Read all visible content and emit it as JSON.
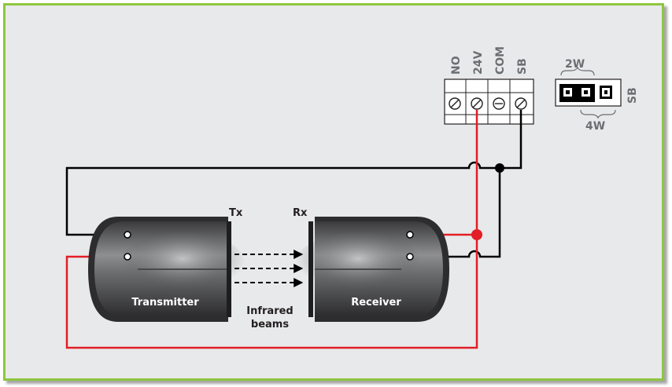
{
  "terminal_block": {
    "labels": [
      "NO",
      "24V",
      "COM",
      "SB"
    ]
  },
  "jumper": {
    "top_label": "2W",
    "bottom_label": "4W",
    "side_label": "SB"
  },
  "devices": {
    "transmitter": "Transmitter",
    "receiver": "Receiver"
  },
  "beam": {
    "tx_label": "Tx",
    "rx_label": "Rx",
    "label_line1": "Infrared",
    "label_line2": "beams"
  },
  "colors": {
    "power_wire": "#e21e26",
    "common_wire": "#000000",
    "frame_border": "#8dc63f",
    "background": "#e8e9ea"
  }
}
